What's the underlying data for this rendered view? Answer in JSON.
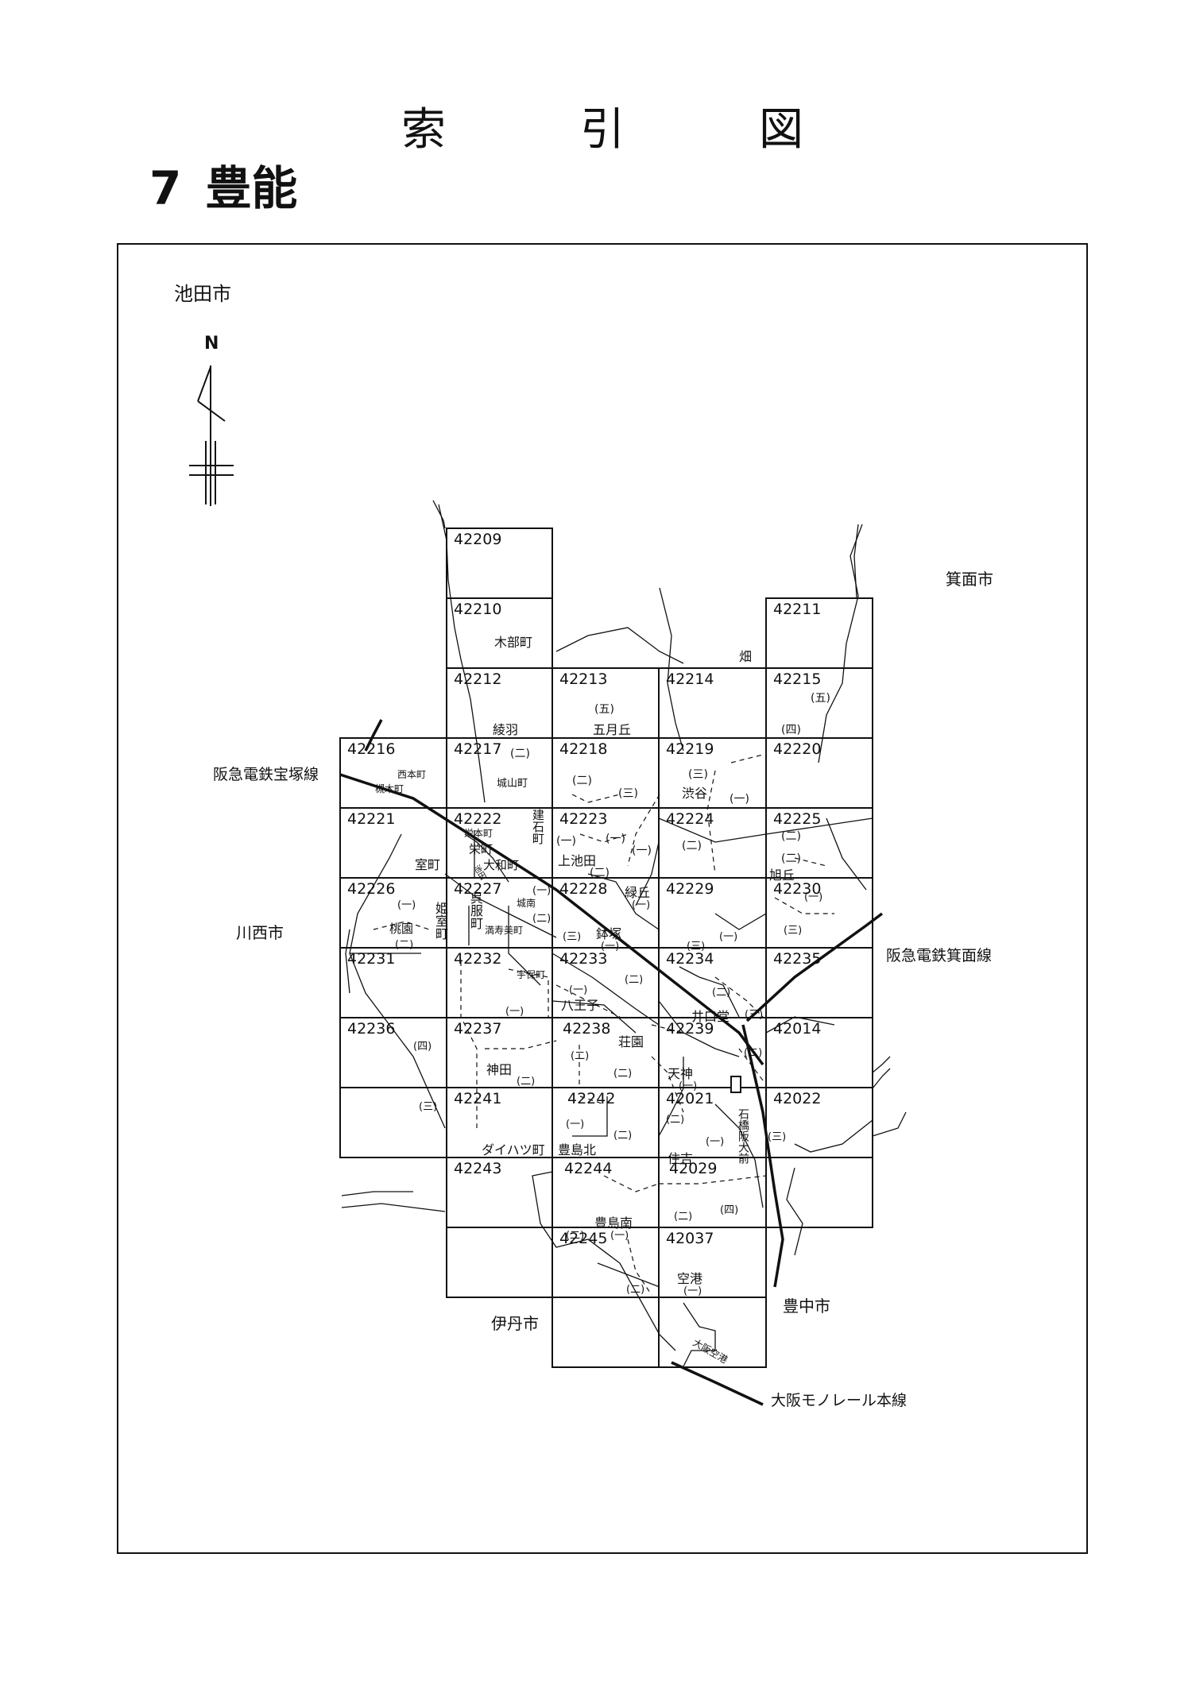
{
  "header": {
    "title_chars": [
      "索",
      "引",
      "図"
    ],
    "number": "7",
    "name": "豊能"
  },
  "compass": {
    "north": "N"
  },
  "cities": {
    "ikeda": "池田市",
    "minoh": "箕面市",
    "kawanishi": "川西市",
    "itami": "伊丹市",
    "toyonaka": "豊中市"
  },
  "railways": {
    "takarazuka_line": "阪急電鉄宝塚線",
    "minoh_line": "阪急電鉄箕面線",
    "monorail": "大阪モノレール本線",
    "ishibashi_station": "石橋阪大前",
    "monorail_station": "大阪空港"
  },
  "sheets": [
    "42209",
    "42210",
    "42211",
    "42212",
    "42213",
    "42214",
    "42215",
    "42216",
    "42217",
    "42218",
    "42219",
    "42220",
    "42221",
    "42222",
    "42223",
    "42224",
    "42225",
    "42226",
    "42227",
    "42228",
    "42229",
    "42230",
    "42231",
    "42232",
    "42233",
    "42234",
    "42235",
    "42236",
    "42237",
    "42238",
    "42239",
    "42014",
    "42241",
    "42242",
    "42021",
    "42022",
    "42243",
    "42244",
    "42029",
    "42245",
    "42037"
  ],
  "places": {
    "kibe": "木部町",
    "hata": "畑",
    "ayaha": "綾羽",
    "satsukigaoka": "五月丘",
    "nishihonmachi": "西本町",
    "tsukimoto": "槻木町",
    "jozan": "城山町",
    "shibutani": "渋谷",
    "sakaemoto": "栄本町",
    "sakae": "栄町",
    "tateishi": "建石町",
    "yamato": "大和町",
    "kamiikeda": "上池田",
    "muro": "室町",
    "asahigaoka": "旭丘",
    "momozono": "桃園",
    "himemuro": "姫室町",
    "kurehatori": "呉服町",
    "mansumi": "満寿美町",
    "jonan": "城南",
    "midorigaoka": "緑丘",
    "hachizuka": "鉢塚",
    "uyasu": "宇保町",
    "hachioji": "八王子",
    "iguchido": "井口堂",
    "koda": "神田",
    "shoen": "荘園",
    "tenjin": "天神",
    "daihatsu": "ダイハツ町",
    "toyoshimakita": "豊島北",
    "sumiyoshi": "住吉",
    "toyoshimaminami": "豊島南",
    "kuko": "空港",
    "ikedagawa": "池田"
  },
  "chome": {
    "c1": "(一)",
    "c2": "(二)",
    "c3": "(三)",
    "c4": "(四)",
    "c5": "(五)"
  }
}
